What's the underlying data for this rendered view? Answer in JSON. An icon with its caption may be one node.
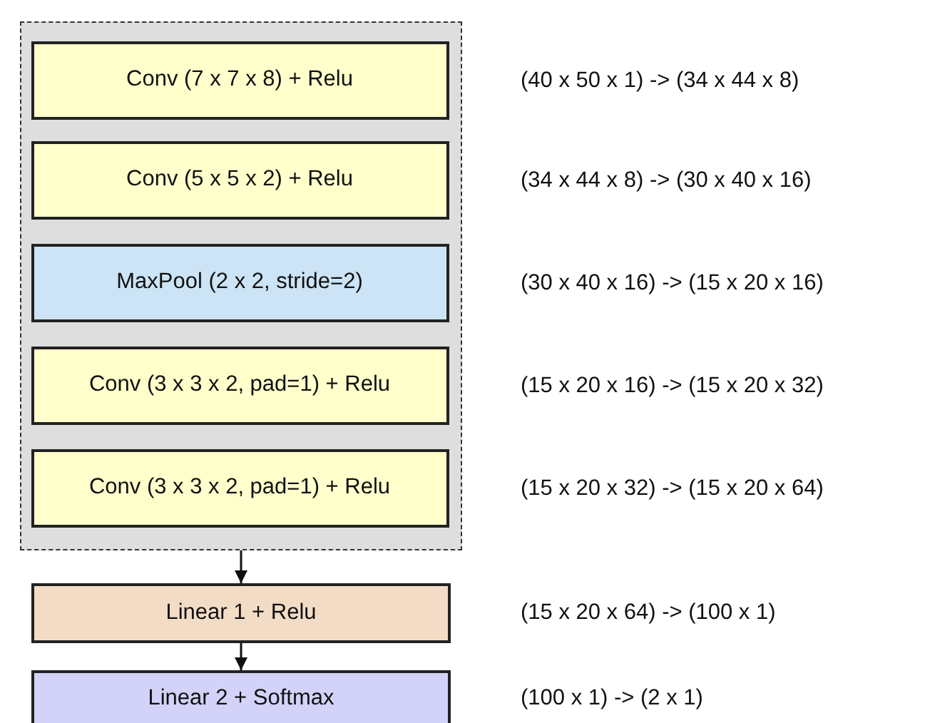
{
  "diagram": {
    "nodes": [
      {
        "text": [],
        "shape": "box"
      },
      {
        "text": [
          "Conv (7 x 7 x 8) + Relu"
        ],
        "in": 0,
        "beside": [
          "(40 x 50 x 1) -> (34 x 44 x 8)"
        ]
      },
      {
        "text": [
          "Conv (5 x 5 x 2) + Relu"
        ],
        "in": 0,
        "beside": [
          "(34 x 44 x 8) -> (30 x 40 x 16)"
        ]
      },
      {
        "text": [
          "MaxPool (2 x 2, stride=2)"
        ],
        "in": 0,
        "beside": [
          "(30 x 40 x 16) -> (15 x 20 x 16)"
        ]
      },
      {
        "text": [
          "Conv (3 x 3 x 2, pad=1) + Relu"
        ],
        "in": 0,
        "beside": [
          "(15 x 20 x 16) -> (15 x 20 x 32)"
        ]
      },
      {
        "text": [
          "Conv (3 x 3 x 2, pad=1) + Relu"
        ],
        "in": 0,
        "beside": [
          "(15 x 20 x 32) -> (15 x 20 x 64)"
        ]
      },
      {
        "text": [
          "Linear 1 + Relu"
        ],
        "beside": [
          "(15 x 20 x 64) -> (100 x 1)"
        ]
      },
      {
        "text": [
          "Linear 2 + Softmax"
        ],
        "beside": [
          "(100 x 1) -> (2 x 1)"
        ]
      }
    ],
    "edges": [
      {
        "from": 0,
        "to": 6,
        "arrow": "to"
      },
      {
        "from": 6,
        "to": 7,
        "arrow": "to"
      }
    ]
  }
}
